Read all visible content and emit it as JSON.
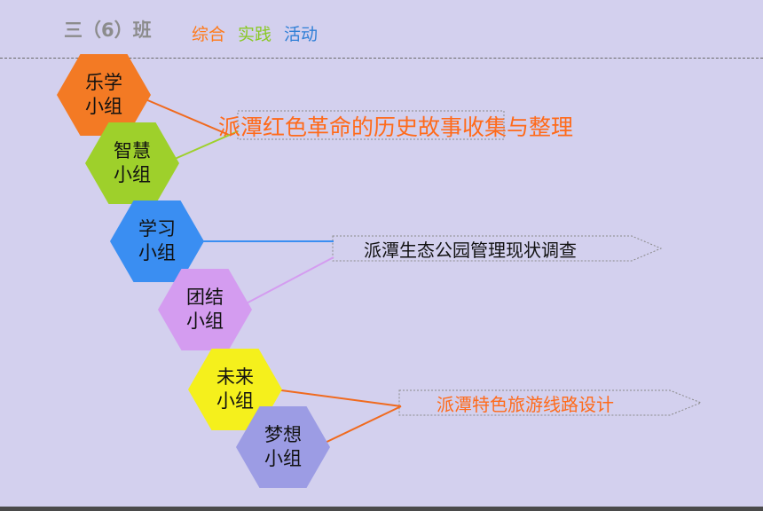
{
  "header": {
    "class_title": "三（6）班",
    "subjects": [
      "综合",
      "实践",
      "活动"
    ]
  },
  "groups": [
    {
      "label": "乐学小组",
      "color": "#f37a24"
    },
    {
      "label": "智慧小组",
      "color": "#9ed02b"
    },
    {
      "label": "学习小组",
      "color": "#3a8ef2"
    },
    {
      "label": "团结小组",
      "color": "#d49cf0"
    },
    {
      "label": "未来小组",
      "color": "#f5f01c"
    },
    {
      "label": "梦想小组",
      "color": "#9c9ce4"
    }
  ],
  "topics": [
    {
      "label": "派潭红色革命的历史故事收集与整理",
      "color": "#ff6a1a"
    },
    {
      "label": "派潭生态公园管理现状调查",
      "color": "#111111"
    },
    {
      "label": "派潭特色旅游线路设计",
      "color": "#ff6a1a"
    }
  ],
  "connector_colors": [
    "#f06a1e",
    "#9ed02b",
    "#3a8ef2",
    "#d49cf0",
    "#f06a1e",
    "#f06a1e"
  ]
}
